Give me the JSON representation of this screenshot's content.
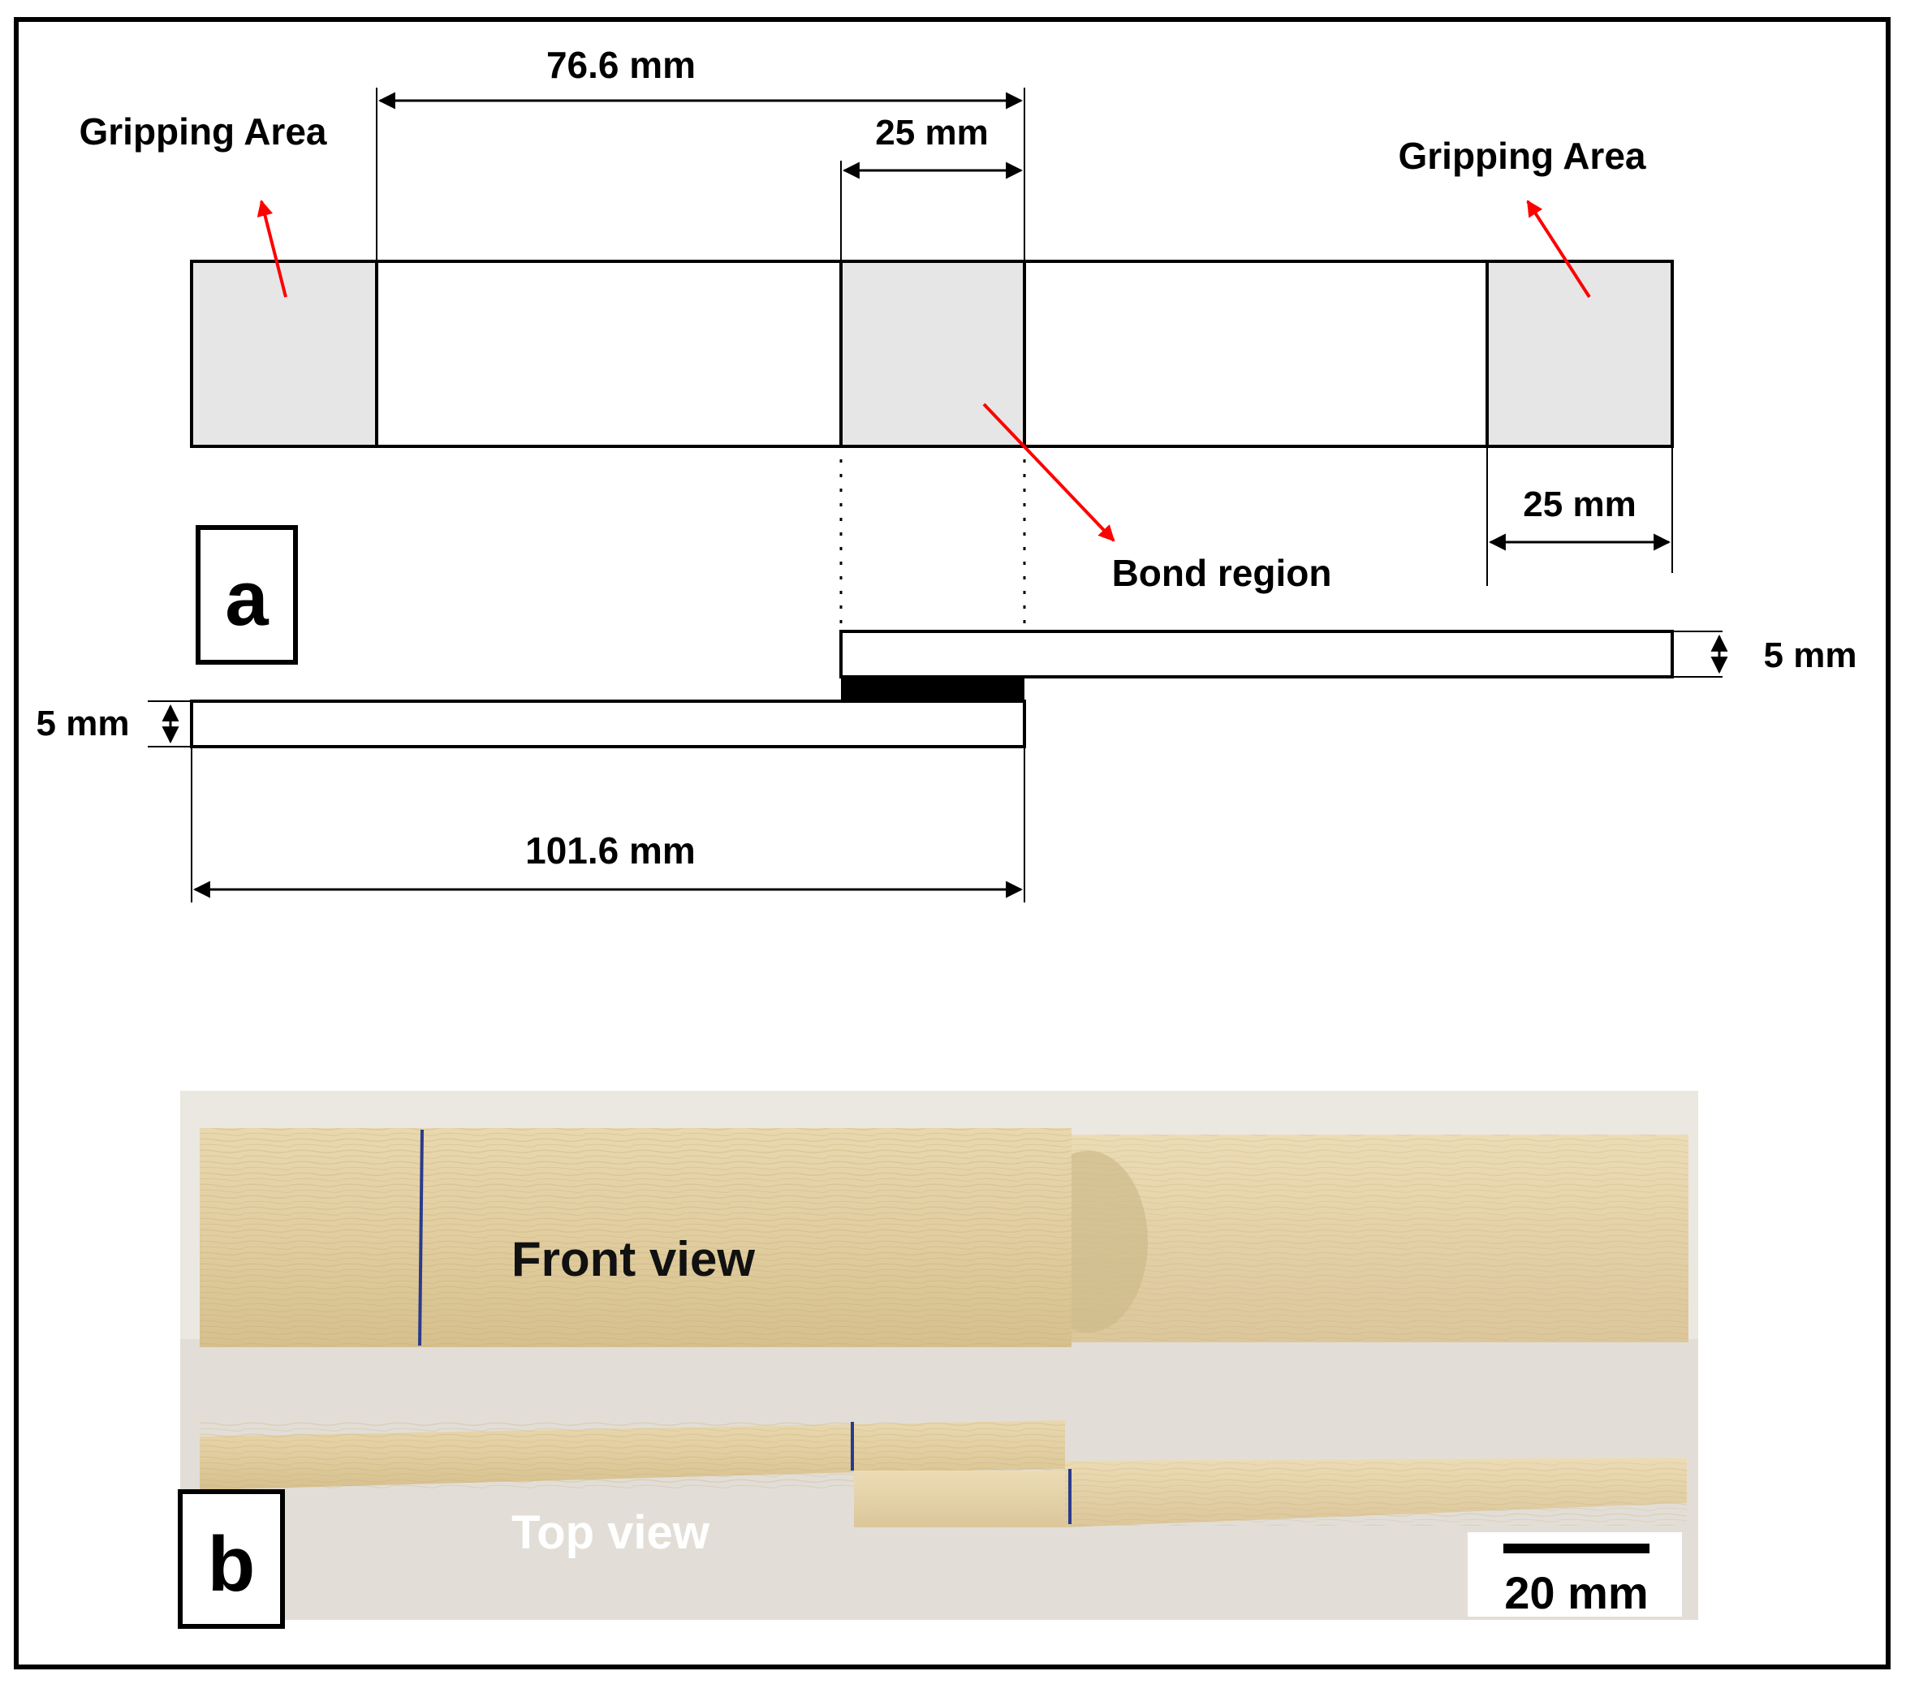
{
  "panel_a": {
    "label": "a",
    "dimensions": {
      "overall_gauge": "76.6 mm",
      "bond_width": "25 mm",
      "grip_width": "25 mm",
      "thickness_right": "5 mm",
      "thickness_left": "5 mm",
      "adherend_length": "101.6 mm"
    },
    "labels": {
      "grip_left": "Gripping Area",
      "grip_right": "Gripping Area",
      "bond_region": "Bond region"
    }
  },
  "panel_b": {
    "label": "b",
    "front_view": "Front view",
    "top_view": "Top view",
    "scale_bar": "20 mm"
  },
  "colors": {
    "grip_fill": "#e6e6e6",
    "arrow_red": "#ff0000",
    "wood_light": "#e3d1a6",
    "wood_dark": "#c9b383",
    "photo_bg": "#ebe8e2"
  }
}
